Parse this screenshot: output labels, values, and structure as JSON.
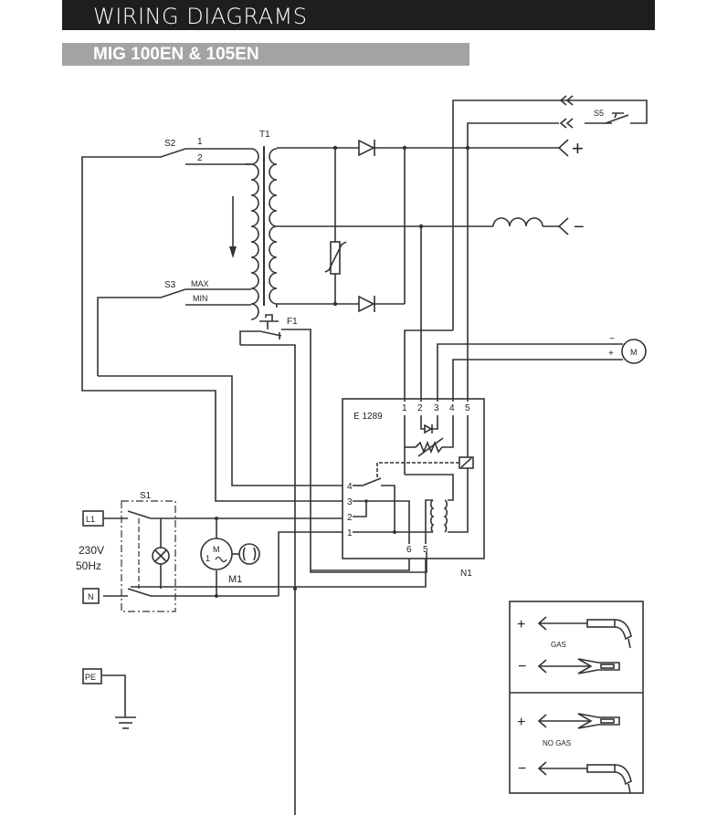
{
  "header": {
    "title": "WIRING DIAGRAMS",
    "subtitle": "MIG 100EN  & 105EN"
  },
  "colors": {
    "title_bar": "#1f1d1d",
    "subtitle_bar": "#a3a3a6",
    "line": "#333333"
  },
  "labels": {
    "t1": "T1",
    "s2": "S2",
    "s2_tap1": "1",
    "s2_tap2": "2",
    "s3": "S3",
    "s3_max": "MAX",
    "s3_min": "MIN",
    "f1": "F1",
    "s5": "S5",
    "plus": "+",
    "minus": "−",
    "motor_minus": "−",
    "motor_plus": "+",
    "motor": "M",
    "e1289": "E  1289",
    "n1": "N1",
    "top_pins": [
      "1",
      "2",
      "3",
      "4",
      "5"
    ],
    "left_pins": [
      "4",
      "3",
      "2",
      "1"
    ],
    "bottom_pins": [
      "6",
      "5"
    ],
    "s1": "S1",
    "l1": "L1",
    "n": "N",
    "voltage": "230V",
    "frequency": "50Hz",
    "m1": "M1",
    "m1_symbol_m": "M",
    "m1_symbol_phase": "1",
    "pe": "PE"
  },
  "legend": {
    "gas": {
      "label": "GAS",
      "plus": "+",
      "minus": "−"
    },
    "no_gas": {
      "label": "NO  GAS",
      "plus": "+",
      "minus": "−"
    }
  }
}
